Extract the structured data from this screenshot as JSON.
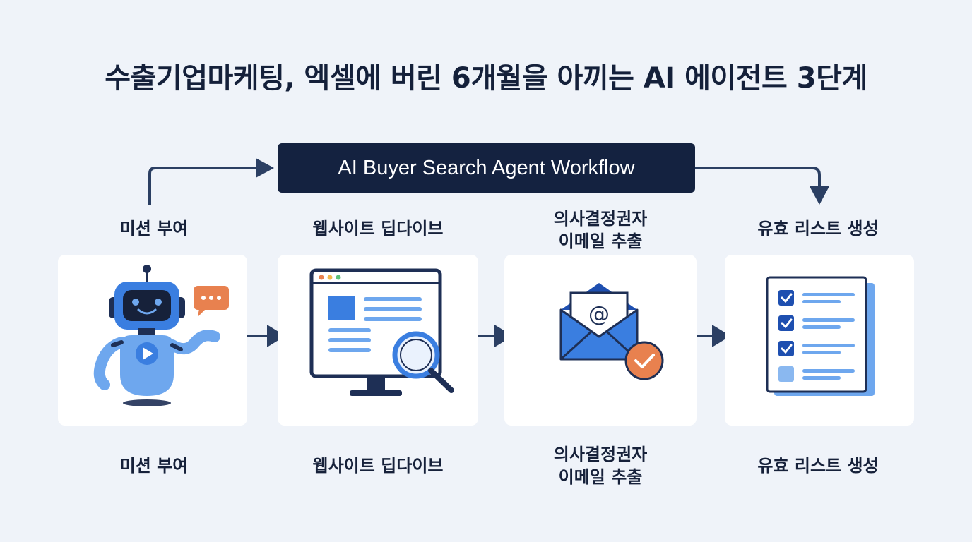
{
  "title": "수출기업마케팅, 엑셀에 버린 6개월을 아끼는 AI 에이전트 3단계",
  "workflow_banner": "AI Buyer Search Agent Workflow",
  "steps": [
    {
      "label": "미션 부여",
      "icon": "robot-icon"
    },
    {
      "label": "웹사이트 딥다이브",
      "icon": "website-search-icon"
    },
    {
      "label": "의사결정권자\n이메일 추출",
      "icon": "email-extract-icon"
    },
    {
      "label": "유효 리스트 생성",
      "icon": "checklist-icon"
    }
  ],
  "colors": {
    "background": "#eff3f9",
    "banner": "#142240",
    "arrow": "#2b3f63",
    "accent_blue": "#3a7ee0",
    "light_blue": "#6ea7ee",
    "orange": "#e8814f"
  }
}
